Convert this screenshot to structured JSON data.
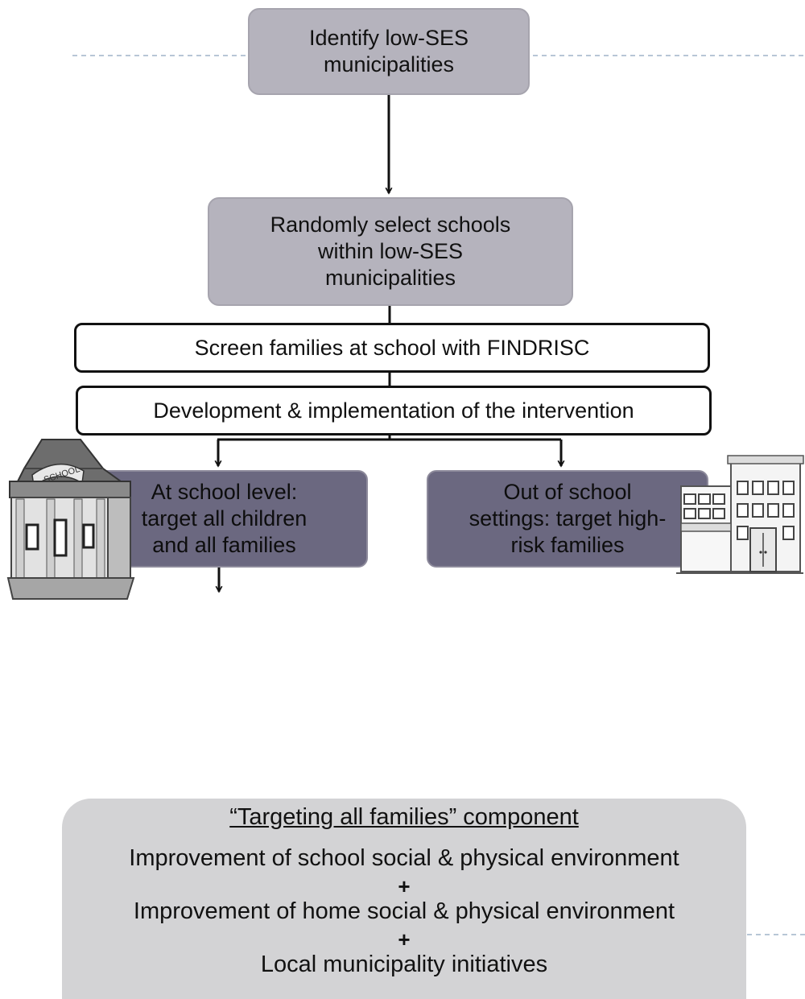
{
  "steps": {
    "identify": [
      "Identify low-SES",
      "municipalities"
    ],
    "select": [
      "Randomly select schools",
      "within low-SES",
      "municipalities"
    ],
    "screen": "Screen families at school with FINDRISC",
    "develop": "Development & implementation of the intervention",
    "school_level": [
      "At school level:",
      "target all children",
      "and all families"
    ],
    "out_of_school": [
      "Out of school",
      "settings: target high-",
      "risk families"
    ]
  },
  "component": {
    "title": "“Targeting all families” component",
    "item1": "Improvement of school social & physical environment",
    "plus1": "+",
    "item2": "Improvement of home social & physical environment",
    "plus2": "+",
    "item3": "Local municipality initiatives"
  },
  "icons": {
    "school_building": "school-building-icon",
    "office_building": "office-building-icon",
    "school_sign": "SCHOOL"
  },
  "colors": {
    "step_gray": "#b5b3bd",
    "branch_dark": "#6b6880",
    "component_gray": "#d3d3d5",
    "dashed_line": "#9fb3c8"
  }
}
